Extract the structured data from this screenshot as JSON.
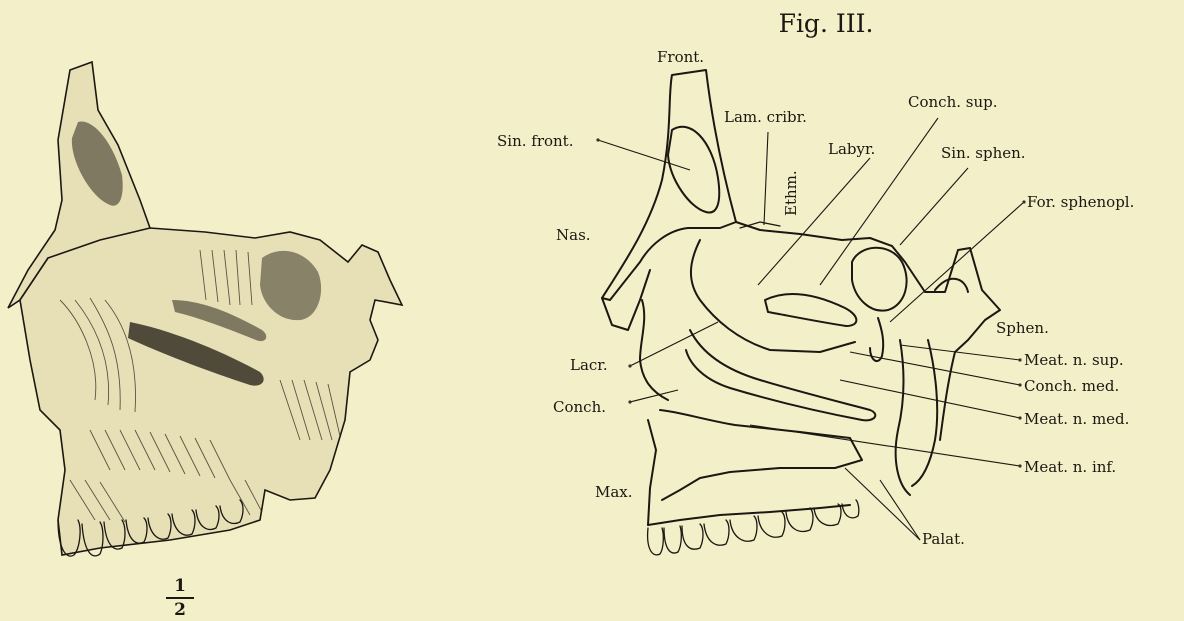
{
  "figure": {
    "title": "Fig. III.",
    "scale_numerator": "1",
    "scale_denominator": "2"
  },
  "labels": {
    "front": "Front.",
    "lam_cribr": "Lam. cribr.",
    "conch_sup": "Conch. sup.",
    "sin_front": "Sin. front.",
    "labyr": "Labyr.",
    "sin_sphen": "Sin. sphen.",
    "ethm": "Ethm.",
    "for_sphenopl": "For. sphenopl.",
    "nas": "Nas.",
    "sphen": "Sphen.",
    "meat_n_sup": "Meat. n. sup.",
    "lacr": "Lacr.",
    "conch_med": "Conch. med.",
    "conch": "Conch.",
    "meat_n_med": "Meat. n. med.",
    "meat_n_inf": "Meat. n. inf.",
    "max": "Max.",
    "palat": "Palat."
  },
  "colors": {
    "paper": "#f3efc8",
    "ink": "#1b1712"
  }
}
